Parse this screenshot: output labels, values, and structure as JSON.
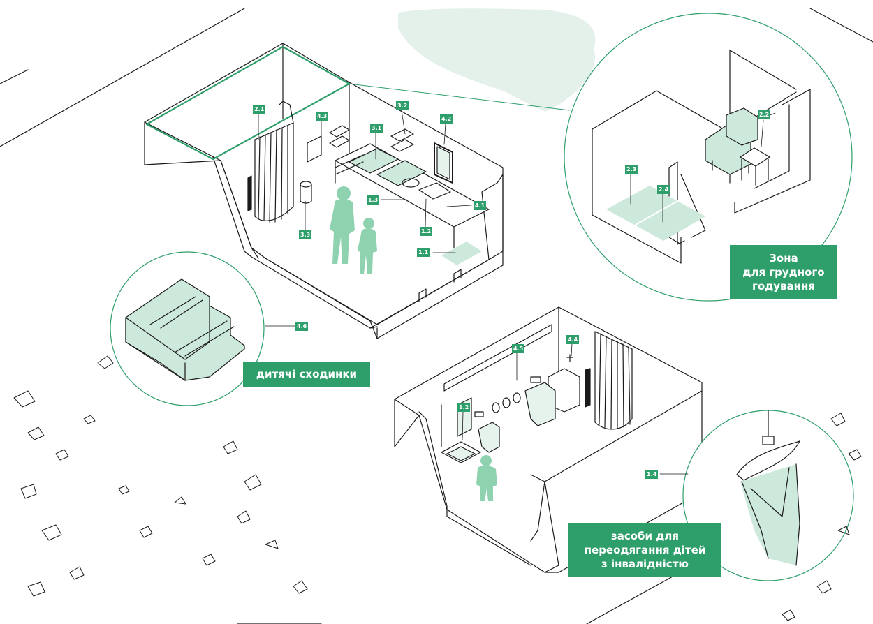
{
  "captions": {
    "feeding_zone": [
      "Зона",
      "для грудного",
      "годування"
    ],
    "child_steps": "дитячі сходинки",
    "disabled_changing": [
      "засоби для",
      "переодягання дітей",
      "з інвалідністю"
    ]
  },
  "tags": {
    "t_1_1": "1.1",
    "t_1_2a": "1.2",
    "t_1_2b": "1.2",
    "t_1_3": "1.3",
    "t_1_4": "1.4",
    "t_2_1": "2.1",
    "t_2_2": "2.2",
    "t_2_3": "2.3",
    "t_2_4": "2.4",
    "t_3_1": "3.1",
    "t_3_2": "3.2",
    "t_3_3": "3.3",
    "t_4_1": "4.1",
    "t_4_2": "4.2",
    "t_4_3": "4.3",
    "t_4_4": "4.4",
    "t_4_5": "4.5",
    "t_4_6": "4.6"
  },
  "colors": {
    "accent": "#2e9e6b",
    "accent_light": "#cde9dc",
    "figure": "#8fd2b0",
    "line": "#1a1a1a"
  }
}
